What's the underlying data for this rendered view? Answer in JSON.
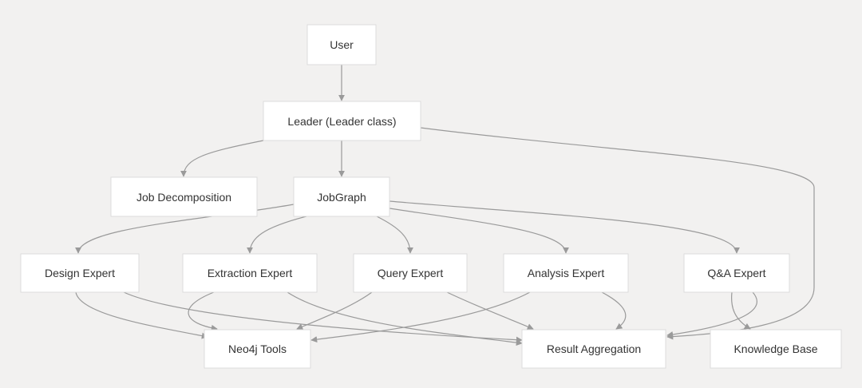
{
  "diagram": {
    "colors": {
      "background": "#f2f1f0",
      "node_fill": "#ffffff",
      "node_border": "#dcdcdc",
      "edge": "#9a9a9a",
      "text": "#333333"
    },
    "nodes": {
      "user": "User",
      "leader": "Leader (Leader class)",
      "job_decomposition": "Job Decomposition",
      "jobgraph": "JobGraph",
      "design_expert": "Design Expert",
      "extraction_expert": "Extraction Expert",
      "query_expert": "Query Expert",
      "analysis_expert": "Analysis Expert",
      "qa_expert": "Q&A Expert",
      "neo4j_tools": "Neo4j Tools",
      "result_aggregation": "Result Aggregation",
      "knowledge_base": "Knowledge Base"
    },
    "edges": [
      {
        "from": "User",
        "to": "Leader (Leader class)"
      },
      {
        "from": "Leader (Leader class)",
        "to": "Job Decomposition"
      },
      {
        "from": "Leader (Leader class)",
        "to": "JobGraph"
      },
      {
        "from": "Leader (Leader class)",
        "to": "Result Aggregation"
      },
      {
        "from": "JobGraph",
        "to": "Design Expert"
      },
      {
        "from": "JobGraph",
        "to": "Extraction Expert"
      },
      {
        "from": "JobGraph",
        "to": "Query Expert"
      },
      {
        "from": "JobGraph",
        "to": "Analysis Expert"
      },
      {
        "from": "JobGraph",
        "to": "Q&A Expert"
      },
      {
        "from": "Design Expert",
        "to": "Neo4j Tools"
      },
      {
        "from": "Design Expert",
        "to": "Result Aggregation"
      },
      {
        "from": "Extraction Expert",
        "to": "Neo4j Tools"
      },
      {
        "from": "Extraction Expert",
        "to": "Result Aggregation"
      },
      {
        "from": "Query Expert",
        "to": "Neo4j Tools"
      },
      {
        "from": "Query Expert",
        "to": "Result Aggregation"
      },
      {
        "from": "Analysis Expert",
        "to": "Neo4j Tools"
      },
      {
        "from": "Analysis Expert",
        "to": "Result Aggregation"
      },
      {
        "from": "Q&A Expert",
        "to": "Knowledge Base"
      },
      {
        "from": "Q&A Expert",
        "to": "Result Aggregation"
      }
    ]
  }
}
